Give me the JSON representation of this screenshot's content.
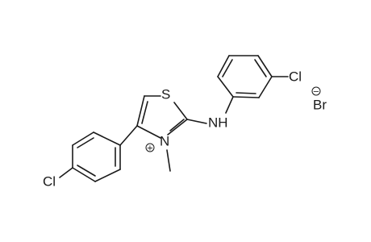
{
  "molecule": {
    "atoms": {
      "sulfur": "S",
      "ring_nitrogen": "N",
      "amine": "NH",
      "chlorine_meta": "Cl",
      "chlorine_para": "Cl",
      "bromide": "Br"
    },
    "charges": {
      "ring_nitrogen": "+",
      "bromide": "−"
    }
  }
}
